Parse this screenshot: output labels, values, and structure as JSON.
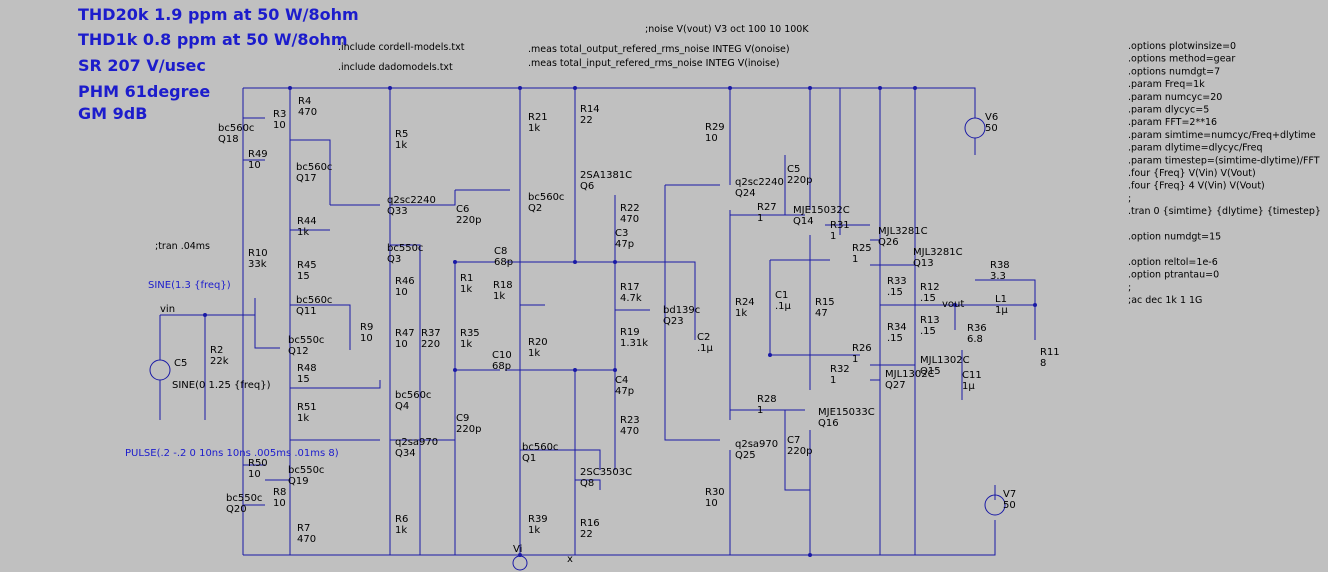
{
  "specs": [
    "THD20k 1.9 ppm at 50 W/8ohm",
    "THD1k 0.8 ppm at 50 W/8ohm",
    "SR 207 V/usec",
    "PHM  61degree",
    "GM  9dB"
  ],
  "directives": {
    "include1": ".include cordell-models.txt",
    "include2": ".include dadomodels.txt",
    "noise": ";noise V(vout) V3 oct 100 10 100K",
    "meas1": ".meas total_output_refered_rms_noise INTEG V(onoise)",
    "meas2": ".meas total_input_refered_rms_noise INTEG V(inoise)",
    "tran_comment": ";tran .04ms",
    "options": [
      ".options plotwinsize=0",
      ".options method=gear",
      ".options numdgt=7",
      ".param Freq=1k",
      ".param numcyc=20",
      ".param dlycyc=5",
      ".param FFT=2**16",
      ".param simtime=numcyc/Freq+dlytime",
      ".param dlytime=dlycyc/Freq",
      ".param timestep=(simtime-dlytime)/FFT",
      ".four {Freq} V(Vin) V(Vout)",
      ".four {Freq} 4 V(Vin) V(Vout)",
      ";",
      ".tran 0 {simtime} {dlytime} {timestep}",
      "",
      ".option numdgt=15",
      "",
      ".option reltol=1e-6",
      ".option ptrantau=0",
      ";",
      ";ac dec 1k 1 1G"
    ]
  },
  "sources": {
    "sine1": "SINE(1.3 {freq})",
    "sine2": "SINE(0 1.25 {freq})",
    "pulse": "PULSE(.2 -.2 0 10ns 10ns .005ms .01ms 8)",
    "vin": "vin",
    "vout": "vout",
    "vi": "Vi",
    "x": "x"
  },
  "components": [
    {
      "n": "R4",
      "v": "470"
    },
    {
      "n": "R3",
      "v": "10"
    },
    {
      "n": "R49",
      "v": "10"
    },
    {
      "n": "R5",
      "v": "1k"
    },
    {
      "n": "R44",
      "v": "1k"
    },
    {
      "n": "R10",
      "v": "33k"
    },
    {
      "n": "R45",
      "v": "15"
    },
    {
      "n": "R46",
      "v": "10"
    },
    {
      "n": "R9",
      "v": "10"
    },
    {
      "n": "R47",
      "v": "10"
    },
    {
      "n": "R37",
      "v": "220"
    },
    {
      "n": "R48",
      "v": "15"
    },
    {
      "n": "R51",
      "v": "1k"
    },
    {
      "n": "R2",
      "v": "22k"
    },
    {
      "n": "R50",
      "v": "10"
    },
    {
      "n": "R8",
      "v": "10"
    },
    {
      "n": "R7",
      "v": "470"
    },
    {
      "n": "R6",
      "v": "1k"
    },
    {
      "n": "R1",
      "v": "1k"
    },
    {
      "n": "R35",
      "v": "1k"
    },
    {
      "n": "R18",
      "v": "1k"
    },
    {
      "n": "R20",
      "v": "1k"
    },
    {
      "n": "R21",
      "v": "1k"
    },
    {
      "n": "R14",
      "v": "22"
    },
    {
      "n": "R22",
      "v": "470"
    },
    {
      "n": "R17",
      "v": "4.7k"
    },
    {
      "n": "R19",
      "v": "1.31k"
    },
    {
      "n": "R23",
      "v": "470"
    },
    {
      "n": "R39",
      "v": "1k"
    },
    {
      "n": "R16",
      "v": "22"
    },
    {
      "n": "R29",
      "v": "10"
    },
    {
      "n": "R27",
      "v": "1"
    },
    {
      "n": "R24",
      "v": "1k"
    },
    {
      "n": "R28",
      "v": "1"
    },
    {
      "n": "R30",
      "v": "10"
    },
    {
      "n": "R31",
      "v": "1"
    },
    {
      "n": "R25",
      "v": "1"
    },
    {
      "n": "R15",
      "v": "47"
    },
    {
      "n": "R33",
      "v": ".15"
    },
    {
      "n": "R12",
      "v": ".15"
    },
    {
      "n": "R13",
      "v": ".15"
    },
    {
      "n": "R34",
      "v": ".15"
    },
    {
      "n": "R26",
      "v": "1"
    },
    {
      "n": "R32",
      "v": "1"
    },
    {
      "n": "R38",
      "v": "3.3"
    },
    {
      "n": "R36",
      "v": "6.8"
    },
    {
      "n": "R11",
      "v": "8"
    },
    {
      "n": "C6",
      "v": "220p"
    },
    {
      "n": "C8",
      "v": "68p"
    },
    {
      "n": "C10",
      "v": "68p"
    },
    {
      "n": "C9",
      "v": "220p"
    },
    {
      "n": "C3",
      "v": "47p"
    },
    {
      "n": "C4",
      "v": "47p"
    },
    {
      "n": "C2",
      "v": ".1µ"
    },
    {
      "n": "C5",
      "v": "220p"
    },
    {
      "n": "C1",
      "v": ".1µ"
    },
    {
      "n": "C7",
      "v": "220p"
    },
    {
      "n": "C11",
      "v": "1µ"
    },
    {
      "n": "L1",
      "v": "1µ"
    },
    {
      "n": "V6",
      "v": "50"
    },
    {
      "n": "V7",
      "v": "50"
    },
    {
      "n": "V3",
      "v": ""
    },
    {
      "n": "Q18",
      "v": "bc560c"
    },
    {
      "n": "Q17",
      "v": "bc560c"
    },
    {
      "n": "Q33",
      "v": "q2sc2240"
    },
    {
      "n": "Q3",
      "v": "bc550c"
    },
    {
      "n": "Q11",
      "v": "bc560c"
    },
    {
      "n": "Q12",
      "v": "bc550c"
    },
    {
      "n": "Q4",
      "v": "bc560c"
    },
    {
      "n": "Q34",
      "v": "q2sa970"
    },
    {
      "n": "Q19",
      "v": "bc550c"
    },
    {
      "n": "Q20",
      "v": "bc550c"
    },
    {
      "n": "Q2",
      "v": "bc560c"
    },
    {
      "n": "Q6",
      "v": "2SA1381C"
    },
    {
      "n": "Q1",
      "v": "bc560c"
    },
    {
      "n": "Q8",
      "v": "2SC3503C"
    },
    {
      "n": "Q23",
      "v": "bd139c"
    },
    {
      "n": "Q24",
      "v": "q2sc2240"
    },
    {
      "n": "Q25",
      "v": "q2sa970"
    },
    {
      "n": "Q14",
      "v": "MJE15032C"
    },
    {
      "n": "Q16",
      "v": "MJE15033C"
    },
    {
      "n": "Q26",
      "v": "MJL3281C"
    },
    {
      "n": "Q13",
      "v": "MJL3281C"
    },
    {
      "n": "Q15",
      "v": "MJL1302C"
    },
    {
      "n": "Q27",
      "v": "MJL1302C"
    }
  ]
}
